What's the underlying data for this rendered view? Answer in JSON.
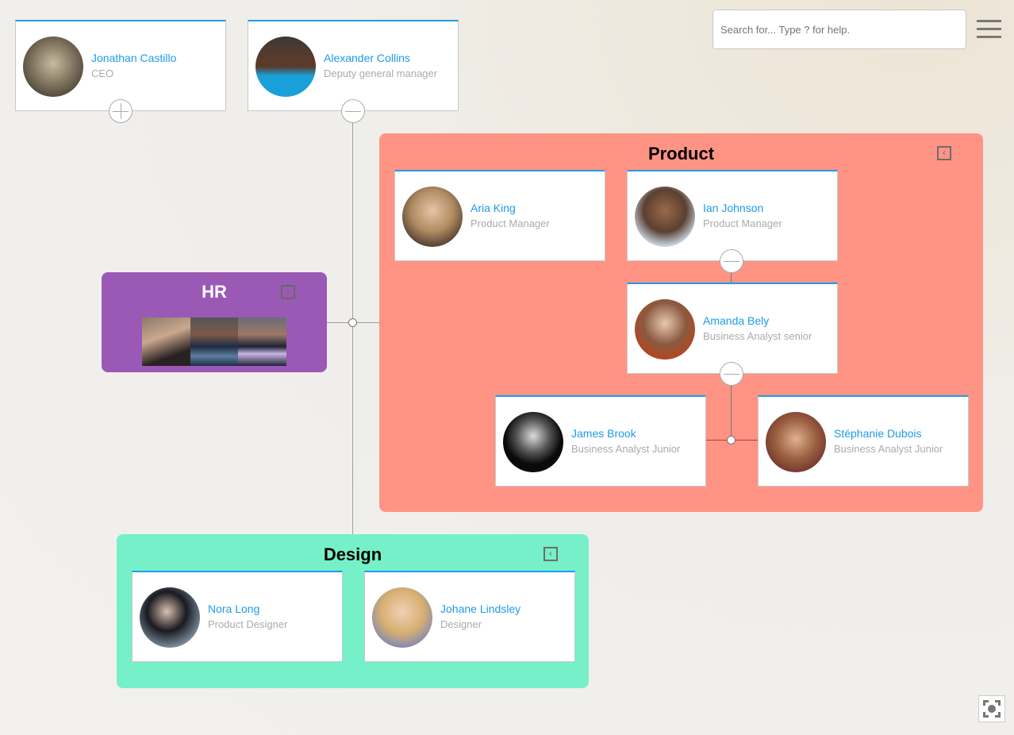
{
  "search": {
    "placeholder": "Search for... Type ? for help."
  },
  "menu_icon": "hamburger-icon",
  "nodes": {
    "jonathan": {
      "name": "Jonathan Castillo",
      "title": "CEO"
    },
    "alexander": {
      "name": "Alexander Collins",
      "title": "Deputy general manager"
    },
    "aria": {
      "name": "Aria King",
      "title": "Product Manager"
    },
    "ian": {
      "name": "Ian Johnson",
      "title": "Product Manager"
    },
    "amanda": {
      "name": "Amanda Bely",
      "title": "Business Analyst senior"
    },
    "james": {
      "name": "James Brook",
      "title": "Business Analyst Junior"
    },
    "stephanie": {
      "name": "Stéphanie Dubois",
      "title": "Business Analyst Junior"
    },
    "nora": {
      "name": "Nora Long",
      "title": "Product Designer"
    },
    "johane": {
      "name": "Johane Lindsley",
      "title": "Designer"
    }
  },
  "groups": {
    "product": {
      "title": "Product",
      "color": "#ff9485"
    },
    "hr": {
      "title": "HR",
      "color": "#9b59b6"
    },
    "design": {
      "title": "Design",
      "color": "#76f0c8"
    }
  },
  "colors": {
    "accent": "#1e9be9"
  }
}
